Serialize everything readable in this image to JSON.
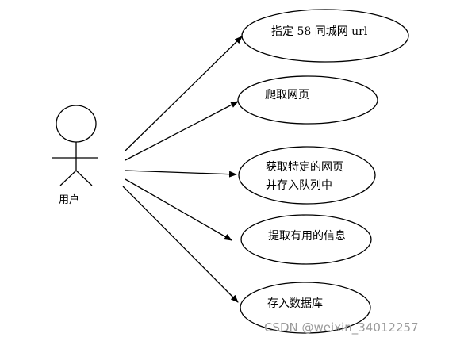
{
  "actor": {
    "label": "用户"
  },
  "use_cases": [
    {
      "lines": [
        "指定 58 同城网 url"
      ]
    },
    {
      "lines": [
        "爬取网页"
      ]
    },
    {
      "lines": [
        "获取特定的网页",
        "并存入队列中"
      ]
    },
    {
      "lines": [
        "提取有用的信息"
      ]
    },
    {
      "lines": [
        "存入数据库"
      ]
    }
  ],
  "watermark": "CSDN @weixin_34012257"
}
